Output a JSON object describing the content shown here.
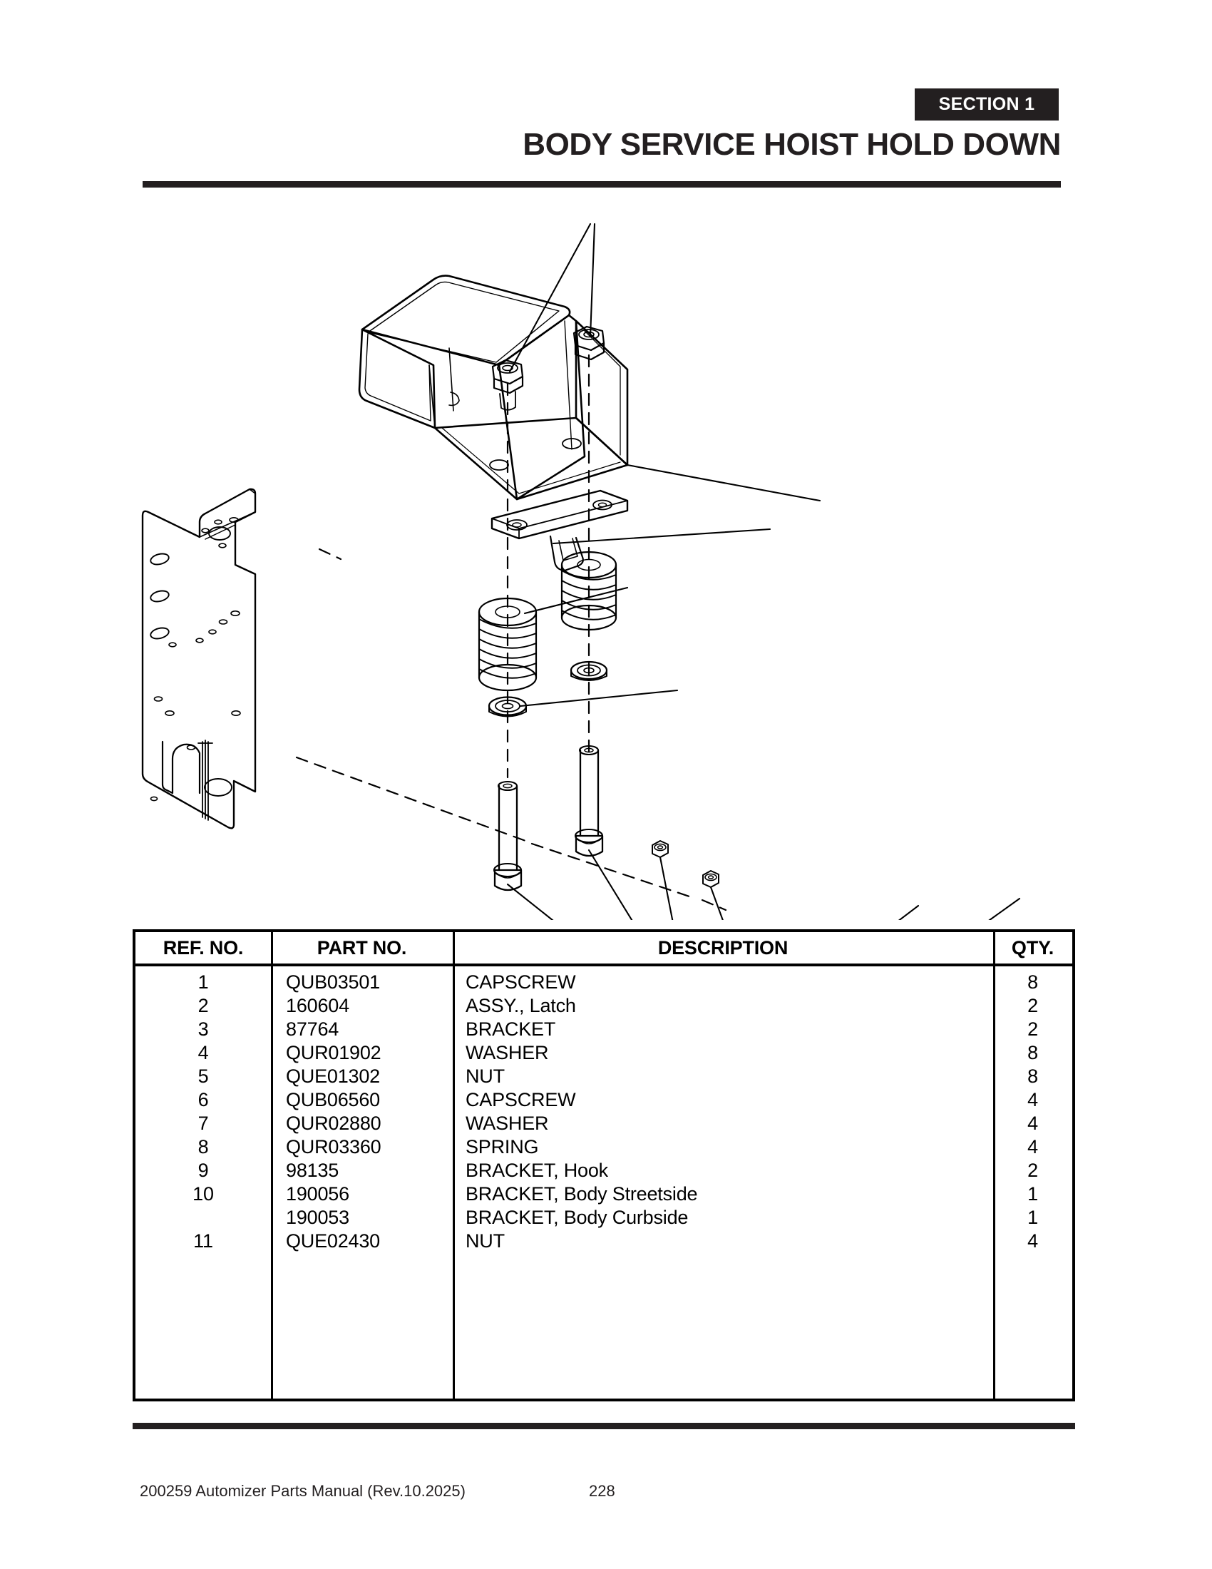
{
  "header": {
    "section_badge": "SECTION 1",
    "title": "BODY SERVICE HOIST HOLD DOWN"
  },
  "table": {
    "columns": [
      "REF. NO.",
      "PART NO.",
      "DESCRIPTION",
      "QTY."
    ],
    "rows": [
      {
        "ref": "1",
        "part": "QUB03501",
        "description": "CAPSCREW",
        "qty": "8"
      },
      {
        "ref": "2",
        "part": "160604",
        "description": "ASSY., Latch",
        "qty": "2"
      },
      {
        "ref": "3",
        "part": "87764",
        "description": "BRACKET",
        "qty": "2"
      },
      {
        "ref": "4",
        "part": "QUR01902",
        "description": "WASHER",
        "qty": "8"
      },
      {
        "ref": "5",
        "part": "QUE01302",
        "description": "NUT",
        "qty": "8"
      },
      {
        "ref": "6",
        "part": "QUB06560",
        "description": "CAPSCREW",
        "qty": "4"
      },
      {
        "ref": "7",
        "part": "QUR02880",
        "description": "WASHER",
        "qty": "4"
      },
      {
        "ref": "8",
        "part": "QUR03360",
        "description": "SPRING",
        "qty": "4"
      },
      {
        "ref": "9",
        "part": "98135",
        "description": "BRACKET, Hook",
        "qty": "2"
      },
      {
        "ref": "10",
        "part": "190056",
        "description": "BRACKET, Body Streetside",
        "qty": "1"
      },
      {
        "ref": "",
        "part": "190053",
        "description": "BRACKET, Body Curbside",
        "qty": "1"
      },
      {
        "ref": "11",
        "part": "QUE02430",
        "description": "NUT",
        "qty": "4"
      }
    ]
  },
  "diagram": {
    "label": "exploded-parts-diagram",
    "parts": [
      "hold-down-channel-bracket",
      "hex-nut-upper-left",
      "hex-nut-upper-right",
      "hook-bracket-flat-bar",
      "coil-spring-left",
      "coil-spring-right",
      "washer-left",
      "washer-right",
      "capscrew-long-left",
      "capscrew-long-right",
      "small-nut-left",
      "small-nut-right",
      "latch-mount-bracket",
      "body-bracket-plate",
      "latch-assembly",
      "latch-pin"
    ]
  },
  "footer": {
    "manual": "200259 Automizer Parts Manual (Rev.10.2025)",
    "page": "228"
  },
  "colors": {
    "ink": "#231f20",
    "line": "#000000",
    "paper": "#ffffff"
  }
}
